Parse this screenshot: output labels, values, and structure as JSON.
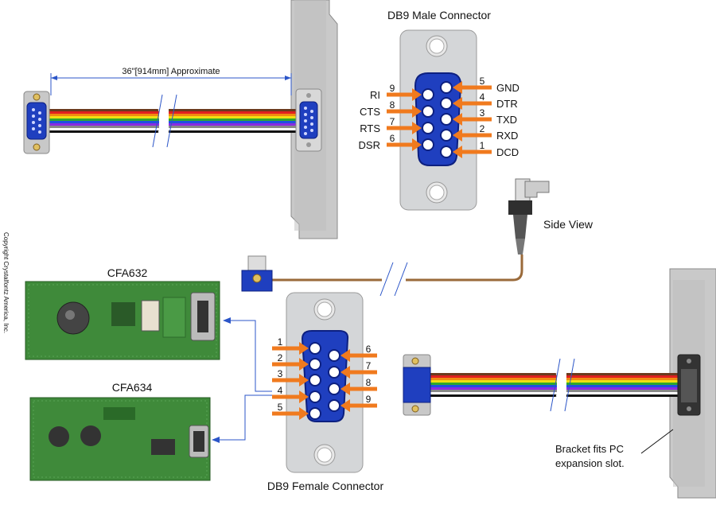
{
  "male_connector": {
    "title": "DB9 Male Connector",
    "left_signals": [
      {
        "pin": "9",
        "name": "RI"
      },
      {
        "pin": "8",
        "name": "CTS"
      },
      {
        "pin": "7",
        "name": "RTS"
      },
      {
        "pin": "6",
        "name": "DSR"
      }
    ],
    "right_signals": [
      {
        "pin": "5",
        "name": "GND"
      },
      {
        "pin": "4",
        "name": "DTR"
      },
      {
        "pin": "3",
        "name": "TXD"
      },
      {
        "pin": "2",
        "name": "RXD"
      },
      {
        "pin": "1",
        "name": "DCD"
      }
    ]
  },
  "female_connector": {
    "title": "DB9 Female Connector",
    "left_pins": [
      "1",
      "2",
      "3",
      "4",
      "5"
    ],
    "right_pins": [
      "6",
      "7",
      "8",
      "9"
    ]
  },
  "cable": {
    "length_label": "36\"[914mm] Approximate"
  },
  "side_view_label": "Side View",
  "bracket_note": [
    "Bracket fits PC",
    "expansion slot."
  ],
  "modules": [
    {
      "name": "CFA632"
    },
    {
      "name": "CFA634"
    }
  ],
  "copyright": "Copyright Crystalfontz America, Inc.",
  "colors": {
    "connector_blue": "#1f3fbf",
    "arrow_orange": "#f07a1e",
    "pcb_green": "#3f8a3a",
    "bracket_gray": "#b8b8b8",
    "pointer_blue": "#2b55c8"
  },
  "ribbon_colors": [
    "#6b3a1e",
    "#e02020",
    "#f08a10",
    "#f0e010",
    "#2ea82e",
    "#2050e0",
    "#8a2be2",
    "#888888",
    "#ffffff",
    "#111111"
  ]
}
